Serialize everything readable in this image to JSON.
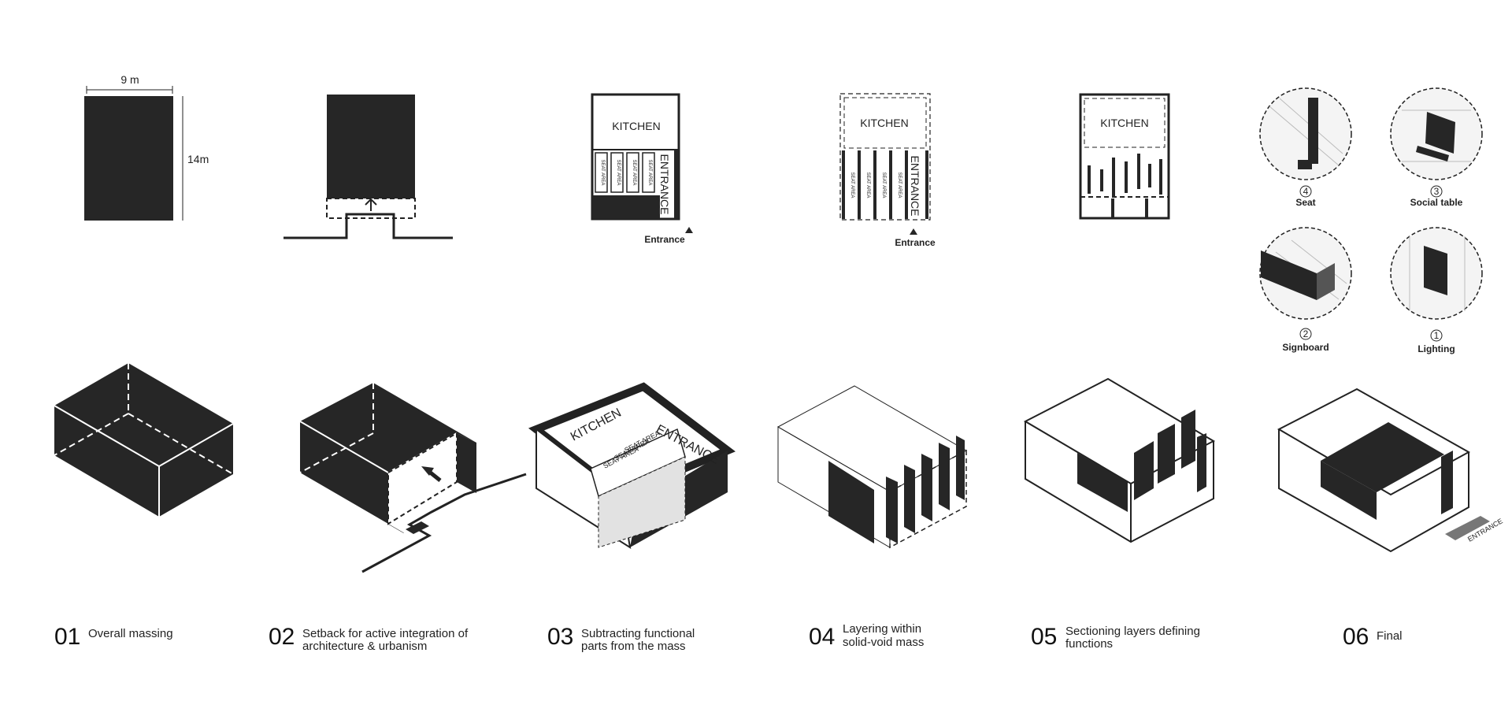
{
  "dimensions": {
    "width": "9 m",
    "length": "14m"
  },
  "plan_labels": {
    "kitchen": "KITCHEN",
    "entrance_vertical": "ENTRANCE",
    "seat_area": "SEAT AREA",
    "entrance_marker": "Entrance"
  },
  "iso_labels": {
    "kitchen": "KITCHEN",
    "entrance": "ENTRANCE",
    "seat_area": "SEAT AREA",
    "final_entrance": "ENTRANCE"
  },
  "details": [
    {
      "num": "4",
      "label": "Seat"
    },
    {
      "num": "3",
      "label": "Social table"
    },
    {
      "num": "2",
      "label": "Signboard"
    },
    {
      "num": "1",
      "label": "Lighting"
    }
  ],
  "steps": [
    {
      "num": "01",
      "line1": "Overall massing",
      "line2": ""
    },
    {
      "num": "02",
      "line1": "Setback for active integration of",
      "line2": "architecture & urbanism"
    },
    {
      "num": "03",
      "line1": "Subtracting functional",
      "line2": "parts from the mass"
    },
    {
      "num": "04",
      "line1": "Layering within",
      "line2": "solid-void mass"
    },
    {
      "num": "05",
      "line1": "Sectioning layers defining",
      "line2": "functions"
    },
    {
      "num": "06",
      "line1": "Final",
      "line2": ""
    }
  ]
}
